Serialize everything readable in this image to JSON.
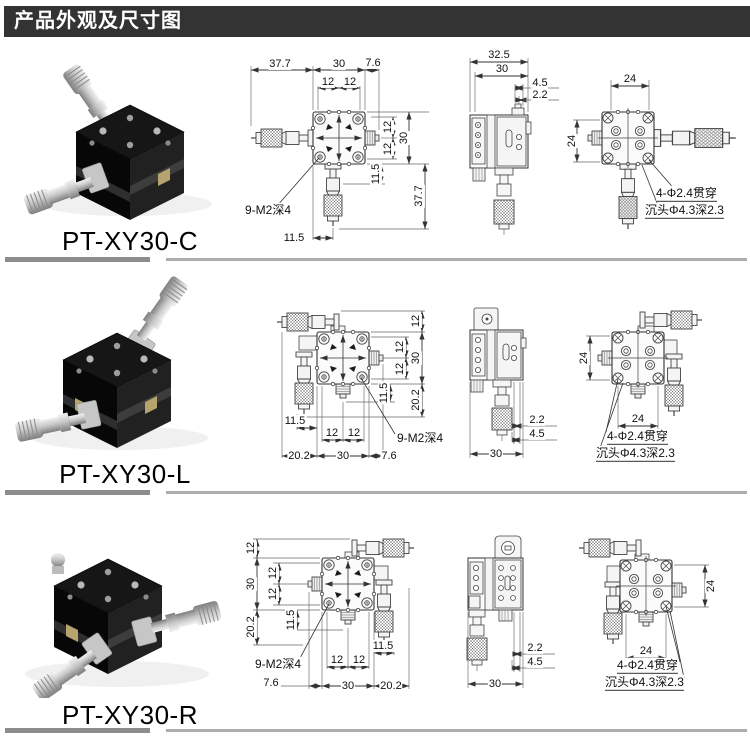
{
  "header": {
    "title": "产品外观及尺寸图"
  },
  "products": [
    {
      "name": "PT-XY30-C",
      "plan": {
        "t1": "37.7",
        "t2": "30",
        "t3": "7.6",
        "i1": "12",
        "i2": "12",
        "r1": "12",
        "r2": "12",
        "r3": "30",
        "r4": "11.5",
        "r5": "37.7",
        "b1": "11.5",
        "leader": "9-M2深4"
      },
      "side": {
        "t1": "32.5",
        "t2": "30",
        "r1": "4.5",
        "r2": "2.2"
      },
      "bottom": {
        "t1": "24",
        "l1": "24",
        "lead1": "4-Φ2.4贯穿",
        "lead2": "沉头Φ4.3深2.3"
      }
    },
    {
      "name": "PT-XY30-L",
      "plan": {
        "r1": "12",
        "r2": "12",
        "r3": "12",
        "r4": "30",
        "r5": "11.5",
        "r6": "20.2",
        "b1": "11.5",
        "b2": "12",
        "b3": "12",
        "b4": "20.2",
        "b5": "30",
        "b6": "7.6",
        "leader": "9-M2深4"
      },
      "side": {
        "r1": "2.2",
        "r2": "4.5",
        "b1": "30"
      },
      "bottom": {
        "l1": "24",
        "b1": "24",
        "lead1": "4-Φ2.4贯穿",
        "lead2": "沉头Φ4.3深2.3"
      }
    },
    {
      "name": "PT-XY30-R",
      "plan": {
        "l1": "12",
        "l2": "12",
        "l3": "12",
        "l4": "30",
        "l5": "11.5",
        "l6": "20.2",
        "b1": "7.6",
        "b2": "12",
        "b3": "12",
        "b4": "30",
        "b5": "20.2",
        "b6": "11.5",
        "leader": "9-M2深4"
      },
      "side": {
        "r1": "2.2",
        "r2": "4.5",
        "b1": "30"
      },
      "bottom": {
        "r1": "24",
        "b1": "24",
        "lead1": "4-Φ2.4贯穿",
        "lead2": "沉头Φ4.3深2.3"
      }
    }
  ],
  "colors": {
    "banner": "#333333",
    "divider_dark": "#8c8c8c",
    "divider_light": "#adadad"
  }
}
